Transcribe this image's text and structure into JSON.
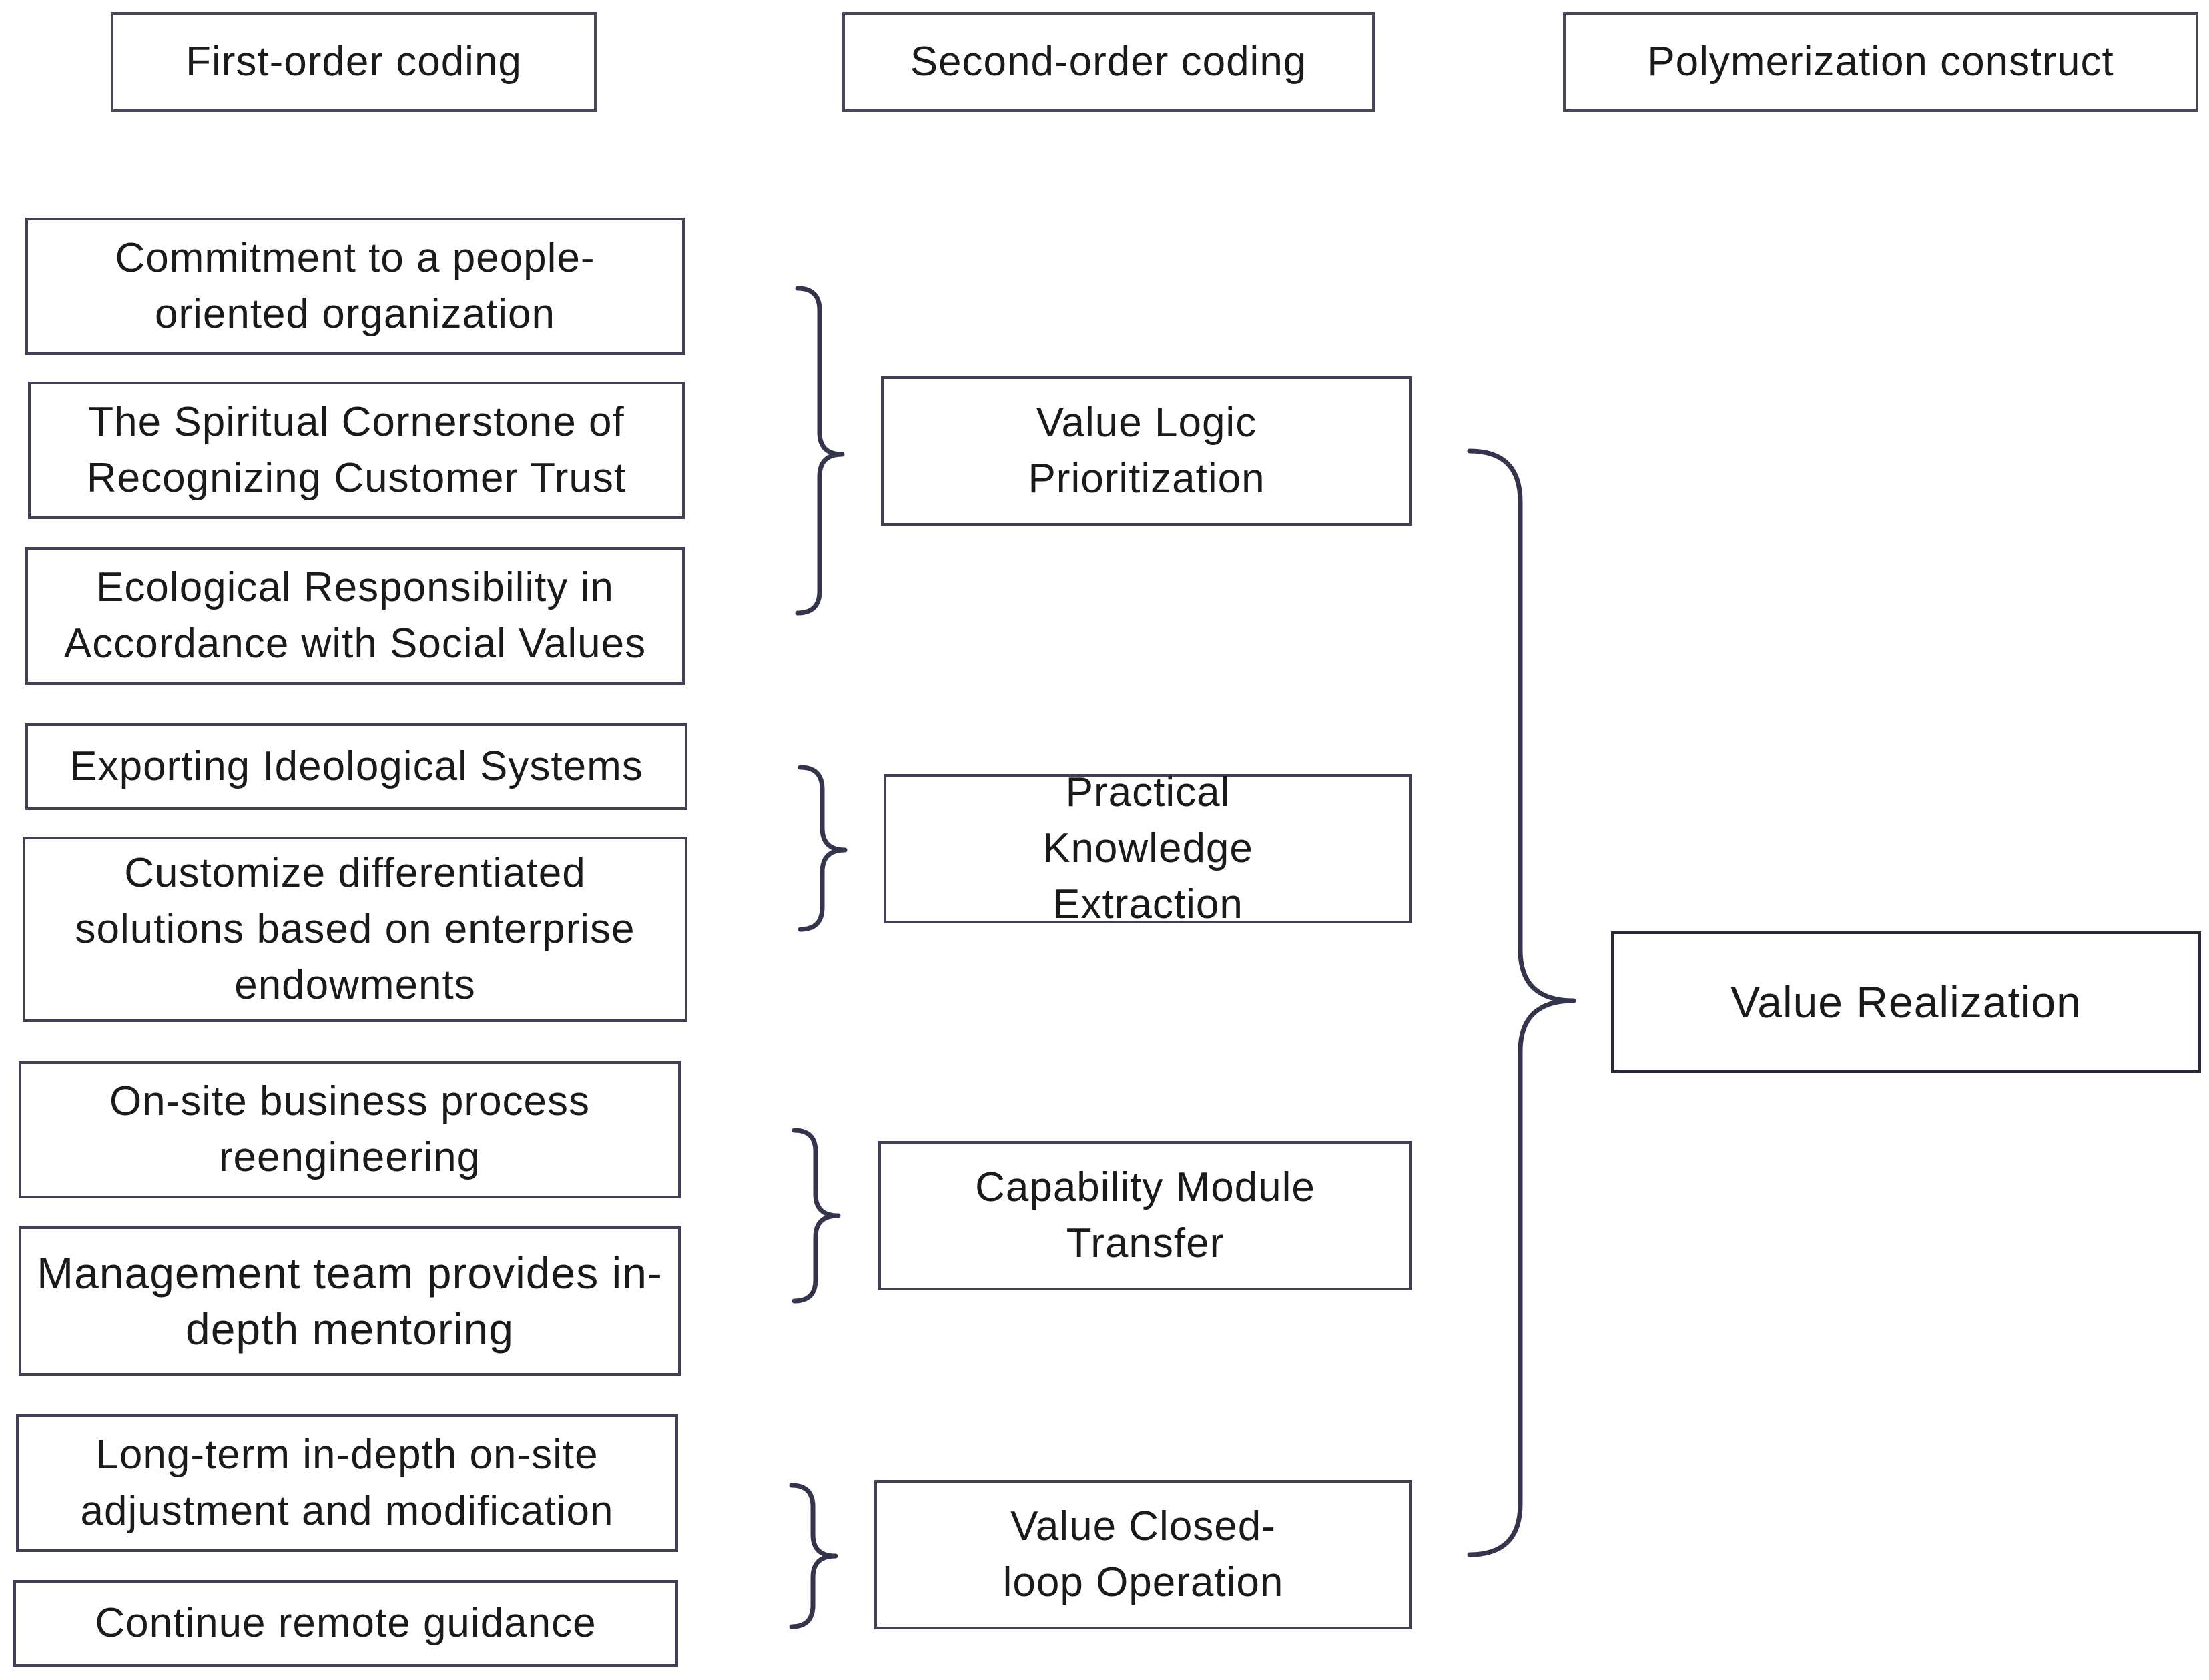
{
  "headers": {
    "first_order": "First-order coding",
    "second_order": "Second-order coding",
    "construct": "Polymerization construct"
  },
  "first_order": [
    "Commitment to a people-oriented organization",
    "The Spiritual Cornerstone of Recognizing Customer Trust",
    "Ecological Responsibility in Accordance with Social Values",
    "Exporting Ideological Systems",
    "Customize differentiated solutions based on enterprise endowments",
    "On-site business process reengineering",
    "Management team provides in-depth mentoring",
    "Long-term in-depth on-site adjustment and modification",
    "Continue remote guidance"
  ],
  "second_order": [
    "Value Logic Prioritization",
    "Practical Knowledge Extraction",
    "Capability Module Transfer",
    "Value Closed-loop Operation"
  ],
  "construct": "Value Realization",
  "colors": {
    "border": "#3f3f55",
    "brace": "#34344c",
    "text": "#1a1a1a"
  }
}
